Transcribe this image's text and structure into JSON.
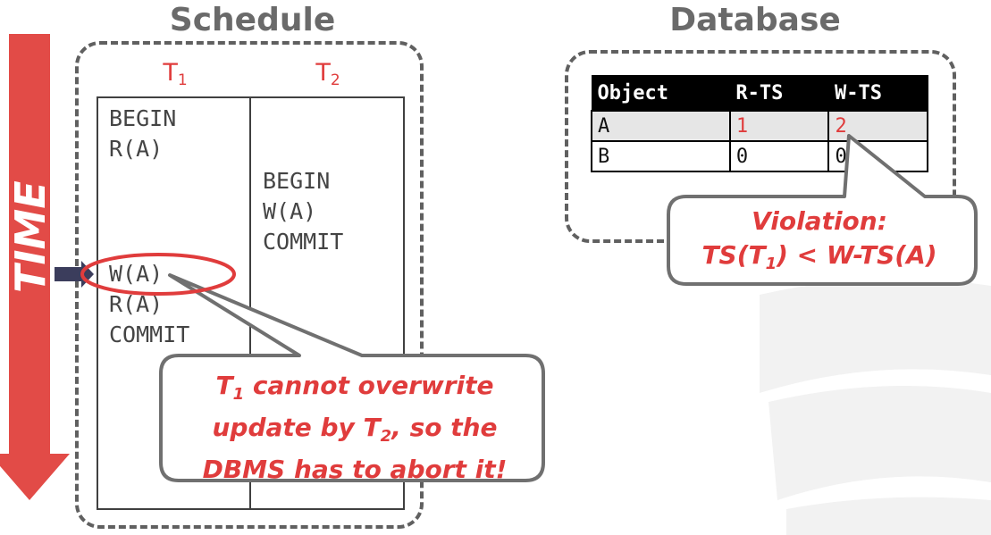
{
  "headings": {
    "schedule": "Schedule",
    "database": "Database"
  },
  "time_arrow": {
    "label": "TIME",
    "color": "#e24b47"
  },
  "schedule": {
    "transactions": [
      {
        "name": "T",
        "sub": "1"
      },
      {
        "name": "T",
        "sub": "2"
      }
    ],
    "t1_ops_top": [
      "BEGIN",
      "R(A)"
    ],
    "t2_ops": [
      "BEGIN",
      "W(A)",
      "COMMIT"
    ],
    "t1_ops_bottom": [
      "W(A)",
      "R(A)",
      "COMMIT"
    ]
  },
  "database": {
    "columns": [
      "Object",
      "R-TS",
      "W-TS"
    ],
    "rows": [
      {
        "object": "A",
        "r_ts": "1",
        "w_ts": "2"
      },
      {
        "object": "B",
        "r_ts": "0",
        "w_ts": "0"
      }
    ]
  },
  "callouts": {
    "abort": {
      "line1_pre": "T",
      "line1_sub": "1",
      "line1_post": " cannot overwrite",
      "line2_pre": "update by T",
      "line2_sub": "2",
      "line2_post": ", so the",
      "line3": "DBMS has to abort it!"
    },
    "violation": {
      "line1": "Violation:",
      "line2_pre": "TS(T",
      "line2_sub": "1",
      "line2_post": ") < W-TS(A)"
    }
  },
  "colors": {
    "accent_red": "#e03c3c",
    "heading_gray": "#6a6a6a",
    "pointer_navy": "#3b3d5c"
  }
}
